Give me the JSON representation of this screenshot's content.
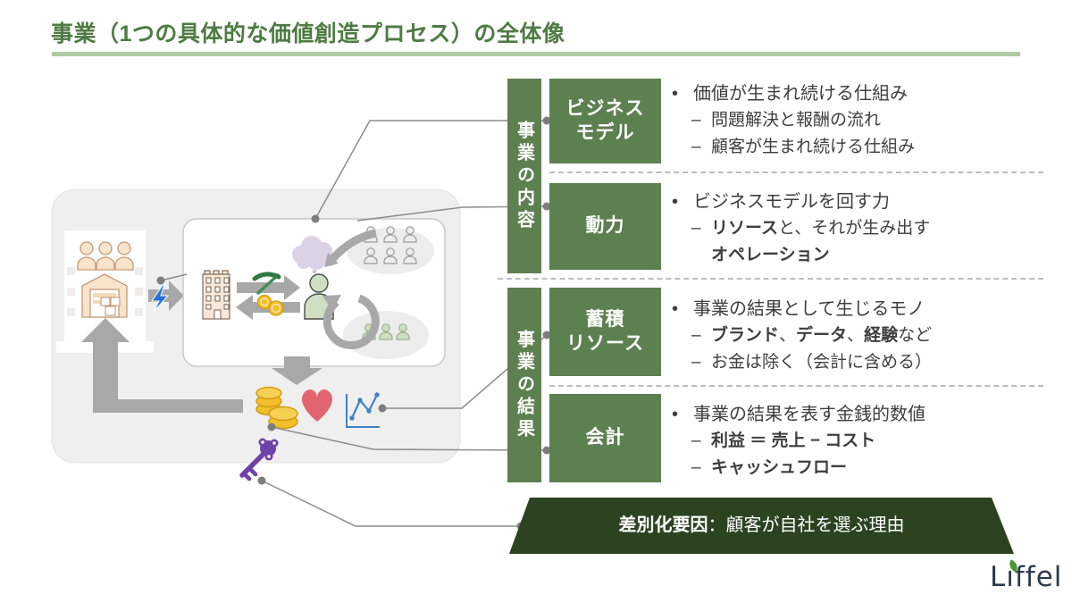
{
  "title": "事業（1つの具体的な価値創造プロセス）の全体像",
  "chars": {
    "bullet": "•",
    "dash": "–"
  },
  "sections": [
    {
      "id": "business-content",
      "bar_label": "事業の内容"
    },
    {
      "id": "business-results",
      "bar_label": "事業の結果"
    }
  ],
  "rows": [
    {
      "id": "business-model",
      "box_label": "ビジネス\nモデル",
      "bullet": "価値が生まれ続ける仕組み",
      "subs": [
        [
          {
            "t": "問題解決と報酬の流れ",
            "b": false
          }
        ],
        [
          {
            "t": "顧客が生まれ続ける仕組み",
            "b": false
          }
        ]
      ]
    },
    {
      "id": "power",
      "box_label": "動力",
      "bullet": "ビジネスモデルを回す力",
      "subs": [
        [
          {
            "t": "リソース",
            "b": true
          },
          {
            "t": "と、それが生み出す\n",
            "b": false
          },
          {
            "t": "オペレーション",
            "b": true
          }
        ]
      ]
    },
    {
      "id": "accumulated-resources",
      "box_label": "蓄積\nリソース",
      "bullet": "事業の結果として生じるモノ",
      "subs": [
        [
          {
            "t": "ブランド",
            "b": true
          },
          {
            "t": "、",
            "b": false
          },
          {
            "t": "データ",
            "b": true
          },
          {
            "t": "、",
            "b": false
          },
          {
            "t": "経験",
            "b": true
          },
          {
            "t": "など",
            "b": false
          }
        ],
        [
          {
            "t": "お金は除く（会計に含める）",
            "b": false
          }
        ]
      ]
    },
    {
      "id": "accounting",
      "box_label": "会計",
      "bullet": "事業の結果を表す金銭的数値",
      "subs": [
        [
          {
            "t": "利益 ＝ 売上 − コスト",
            "b": true
          }
        ],
        [
          {
            "t": "キャッシュフロー",
            "b": true
          }
        ]
      ]
    }
  ],
  "banner": {
    "lead": "差別化要因",
    "rest": "：顧客が自社を選ぶ理由"
  },
  "logo_text": "Liffel",
  "colors": {
    "green": "#5d8050",
    "dark_green": "#2c4321",
    "title_green": "#4e7b43",
    "underline": "#b0cda6",
    "text": "#3e3e3e"
  }
}
